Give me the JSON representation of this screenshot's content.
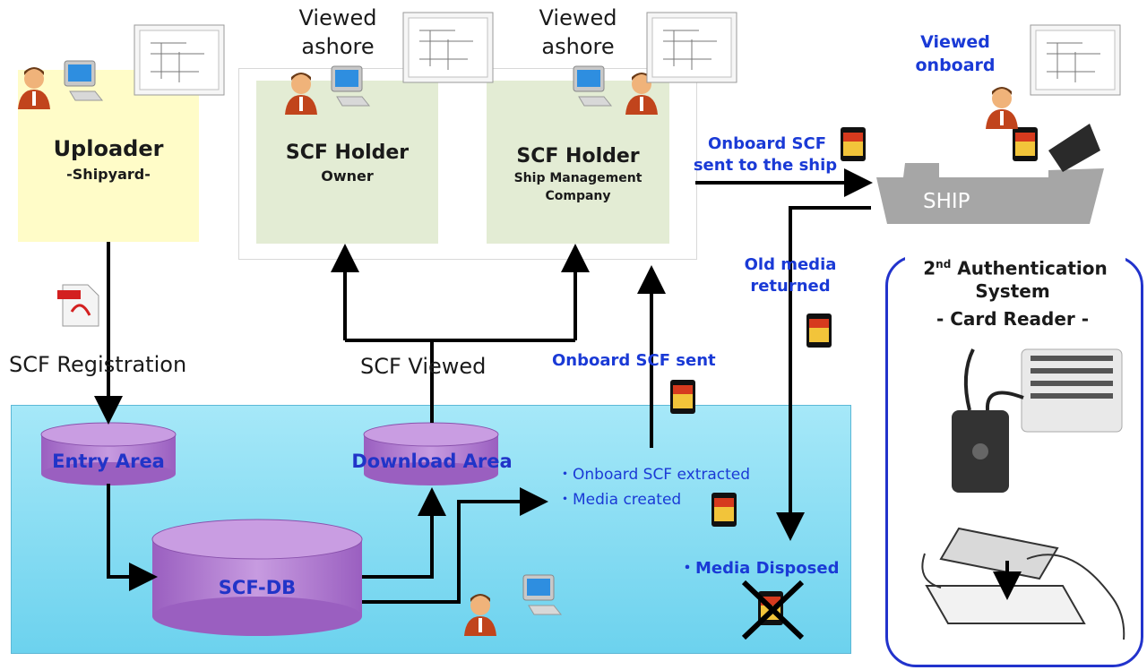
{
  "uploader": {
    "title": "Uploader",
    "subtitle": "-Shipyard-"
  },
  "owner": {
    "title": "SCF Holder",
    "subtitle": "Owner",
    "viewed_line1": "Viewed",
    "viewed_line2": "ashore"
  },
  "ship_mgmt": {
    "title": "SCF Holder",
    "subtitle_line1": "Ship Management",
    "subtitle_line2": "Company",
    "viewed_line1": "Viewed",
    "viewed_line2": "ashore"
  },
  "ship": {
    "label": "SHIP",
    "viewed_line1": "Viewed",
    "viewed_line2": "onboard"
  },
  "flows": {
    "onboard_sent_ship_line1": "Onboard SCF",
    "onboard_sent_ship_line2": "sent to the ship",
    "old_media_line1": "Old media",
    "old_media_line2": "returned",
    "scf_registration": "SCF Registration",
    "scf_viewed": "SCF Viewed",
    "onboard_sent": "Onboard SCF sent",
    "extracted": "・Onboard SCF extracted",
    "media_created": "・Media created",
    "media_disposed": "・Media Disposed"
  },
  "db": {
    "entry_area": "Entry Area",
    "download_area": "Download Area",
    "scf_db": "SCF-DB"
  },
  "auth": {
    "title_prefix": "2",
    "title_sup": "nd",
    "title_suffix": " Authentication",
    "line2": "System",
    "line3": "- Card Reader -"
  },
  "icons": {
    "pdf": "pdf-document-icon",
    "sd_card": "sd-card-icon",
    "computer_user": "computer-user-icon"
  },
  "colors": {
    "blue_text": "#1a3ad6",
    "water": "#6cd2ee",
    "cylinder": "#a86cc6",
    "uploader_box": "#fffcc8",
    "holder_box": "#e3ecd4"
  }
}
